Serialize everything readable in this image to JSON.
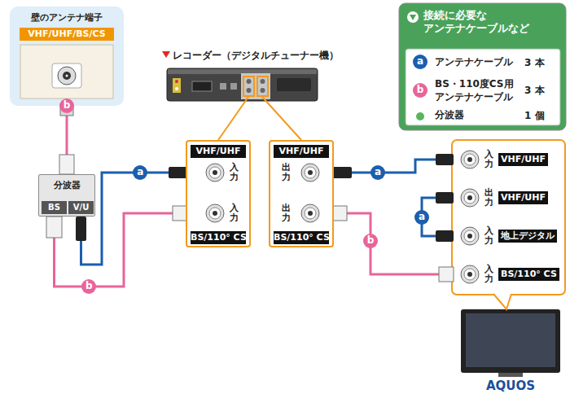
{
  "diagram": {
    "nodes": [
      {
        "text": [
          "壁のアンテナ端子",
          "VHF/UHF/BS/CS"
        ]
      },
      {
        "text": [
          "分波器"
        ]
      },
      {
        "text": [
          "BS"
        ],
        "in": 1
      },
      {
        "text": [
          "V/U"
        ],
        "in": 1
      },
      {
        "text": [
          "VHF/UHF",
          "BS/110° CS"
        ]
      },
      {
        "text": [
          "入力"
        ],
        "in": 4
      },
      {
        "text": [
          "入力"
        ],
        "in": 4
      },
      {
        "text": [
          "VHF/UHF",
          "BS/110° CS"
        ]
      },
      {
        "text": [
          "出力"
        ],
        "in": 7
      },
      {
        "text": [
          "出力"
        ],
        "in": 7
      },
      {
        "text": [
          "入力",
          "VHF/UHF"
        ]
      },
      {
        "text": [
          "出力",
          "VHF/UHF"
        ]
      },
      {
        "text": [
          "入力",
          "地上デジタル"
        ]
      },
      {
        "text": [
          "入力",
          "BS/110° CS"
        ]
      }
    ],
    "edges": [
      {
        "from": 0,
        "to": 1,
        "label": "b",
        "arrow": "none"
      },
      {
        "from": 2,
        "to": 6,
        "label": "b",
        "arrow": "none"
      },
      {
        "from": 3,
        "to": 5,
        "label": "a",
        "arrow": "none"
      },
      {
        "from": 8,
        "to": 10,
        "label": "a",
        "arrow": "none"
      },
      {
        "from": 9,
        "to": 13,
        "label": "b",
        "arrow": "none"
      },
      {
        "from": 11,
        "to": 12,
        "label": "a",
        "arrow": "none"
      }
    ],
    "labels": [
      "レコーダー（デジタルチューナー機）",
      "AQUOS",
      "接続に必要な アンテナケーブルなど",
      "a",
      "b",
      "3 本",
      "3 本",
      "1 個"
    ],
    "legend": [
      {
        "text": "アンテナケーブル",
        "color": "#1b5fae"
      },
      {
        "text": "BS・110度CS用 アンテナケーブル",
        "color": "#e8649b"
      },
      {
        "text": "分波器",
        "color": "#5bb55b"
      }
    ]
  }
}
